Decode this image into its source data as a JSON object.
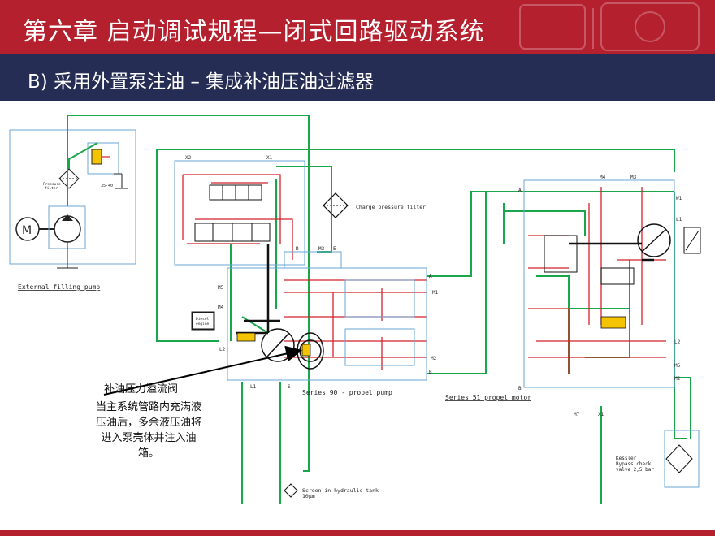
{
  "header": {
    "title": "第六章  启动调试规程—闭式回路驱动系统",
    "subtitle": "B) 采用外置泵注油 – 集成补油压油过滤器"
  },
  "colors": {
    "title_bg": "#b5202e",
    "subtitle_bg": "#262d55",
    "pipe_green": "#1aa64a",
    "pipe_red": "#d2232a",
    "frame_blue": "#6aa6d6",
    "arrow": "#000000"
  },
  "callout": {
    "title": "补油压力溢流阀",
    "body": "当主系统管路内充满液压油后，多余液压油将进入泵壳体并注入油箱。"
  },
  "labels": {
    "external_pump": "External filling pump",
    "charge_filter": "Charge pressure filter",
    "series90": "Series 90 - propel pump",
    "series51": "Series 51 propel motor",
    "screen_tank": "Screen in hydraulic tank",
    "screen_size": "10µm",
    "kessler": "Kessler",
    "bypass": "Bypass check",
    "valve": "valve 2,5 bar",
    "diesel": "Diesel",
    "engine": "engine",
    "pressure_filter": "Pressure",
    "filter_word": "filter",
    "relief_setting": "35-40",
    "x2": "X2",
    "x1": "X1",
    "d": "D",
    "m3": "M3",
    "e": "E",
    "a": "A",
    "b": "B",
    "m1": "M1",
    "m2": "M2",
    "m4": "M4",
    "m5": "M5",
    "l1": "L1",
    "l2": "L2",
    "s": "S",
    "mot_a": "A",
    "mot_b": "B",
    "mot_m4": "M4",
    "mot_m3": "M3",
    "mot_w1": "W1",
    "mot_l1": "L1",
    "mot_l2": "L2",
    "mot_m5": "M5",
    "mot_m2": "M2",
    "mot_m7": "M7",
    "mot_x1": "X1",
    "motor_m": "M"
  }
}
